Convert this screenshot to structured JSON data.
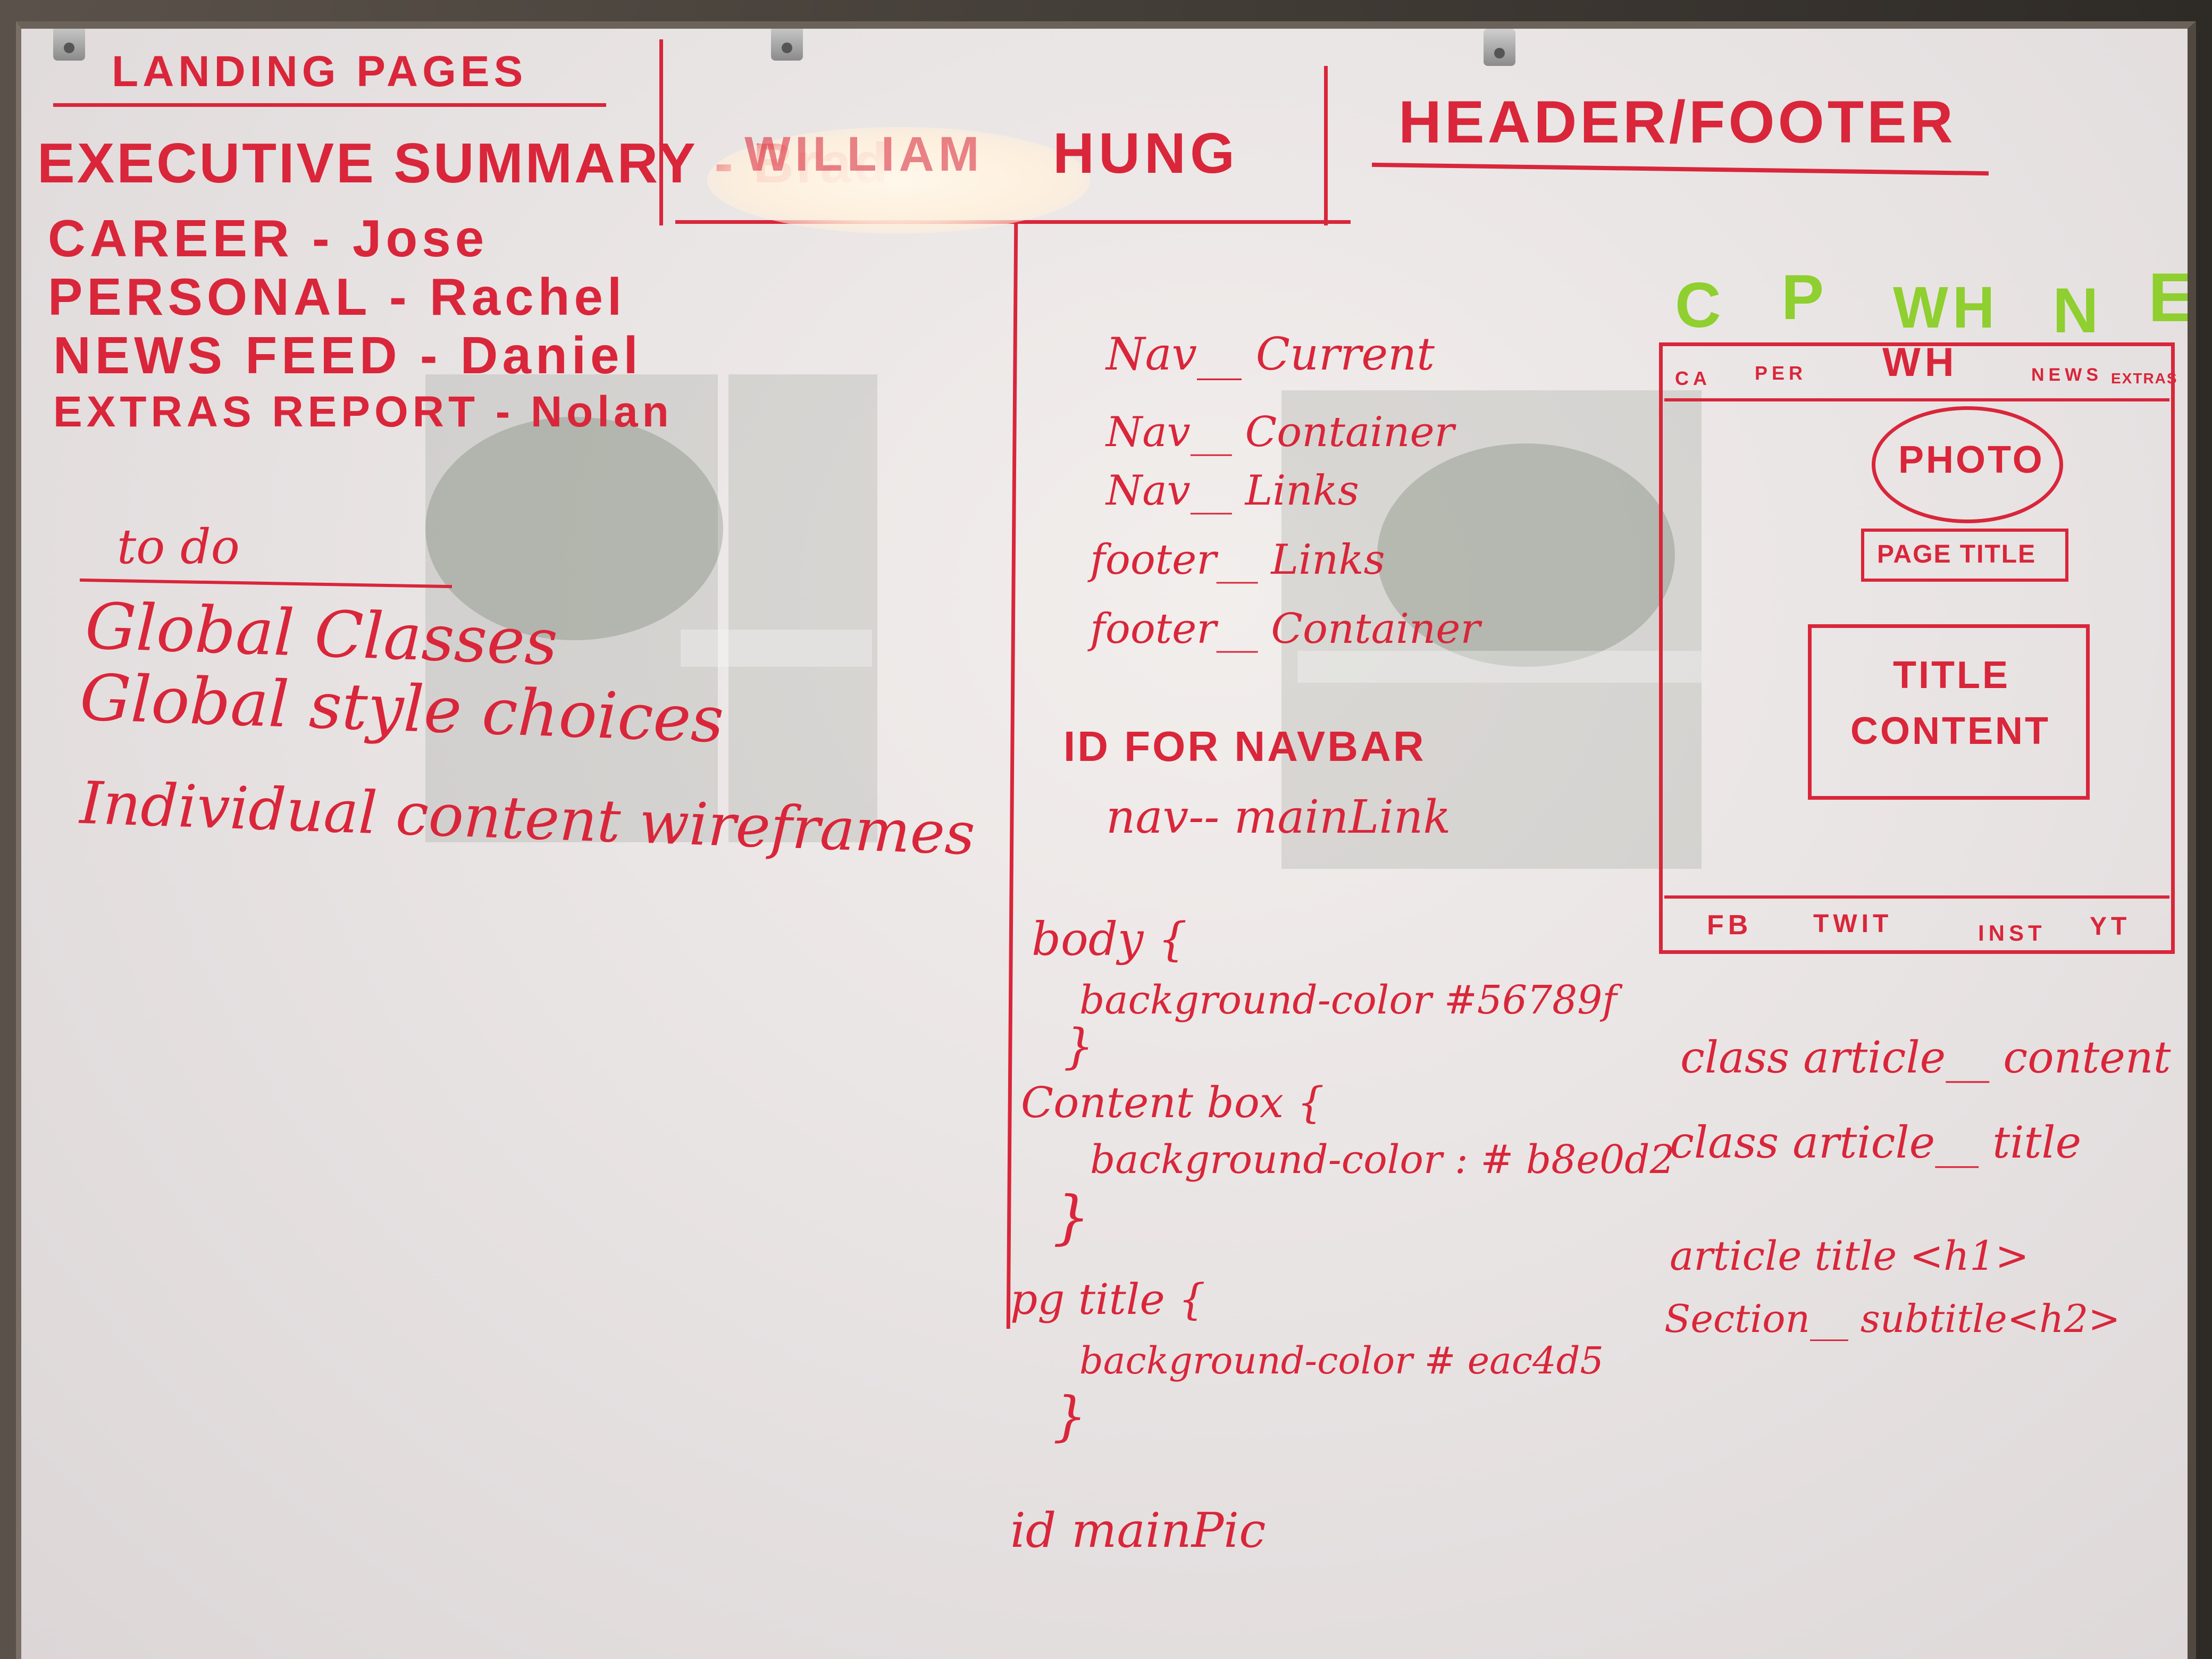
{
  "landing": {
    "title": "LANDING PAGES",
    "items": [
      "EXECUTIVE SUMMARY - Brad",
      "CAREER - Jose",
      "PERSONAL - Rachel",
      "NEWS FEED - Daniel",
      "EXTRAS REPORT - Nolan"
    ]
  },
  "name": {
    "first": "WILLIAM",
    "last": "HUNG"
  },
  "todo": {
    "heading": "to do",
    "items": [
      "Global Classes",
      "Global style choices",
      "Individual content wireframes"
    ]
  },
  "classes": {
    "items": [
      "Nav__ Current",
      "Nav__ Container",
      "Nav__ Links",
      "footer__ Links",
      "footer__ Container"
    ],
    "id_heading": "ID FOR NAVBAR",
    "id_value": "nav-- mainLink"
  },
  "css": [
    {
      "selector": "body {",
      "property": "background-color #56789f",
      "close": "}"
    },
    {
      "selector": "Content box {",
      "property": "background-color : # b8e0d2",
      "close": "}"
    },
    {
      "selector": "pg title {",
      "property": "background-color # eac4d5",
      "close": "}"
    }
  ],
  "main_pic": "id mainPic",
  "header_footer": {
    "title": "HEADER/FOOTER",
    "nav_letters": [
      "C",
      "P",
      "WH",
      "N",
      "E"
    ],
    "nav_labels": [
      "CA",
      "PER",
      "WH",
      "NEWS",
      "EXTRAS"
    ],
    "photo": "PHOTO",
    "page_title": "PAGE TITLE",
    "content_box": [
      "TITLE",
      "CONTENT"
    ],
    "footer_labels": [
      "FB",
      "TWIT",
      "INST",
      "YT"
    ]
  },
  "article_notes": [
    "class article__ content",
    "class article__ title",
    "article title <h1>",
    "Section__ subtitle<h2>"
  ],
  "colors": {
    "ink": "#d9263a",
    "green_ink": "#8fcf2f",
    "board": "#ece8e8"
  }
}
